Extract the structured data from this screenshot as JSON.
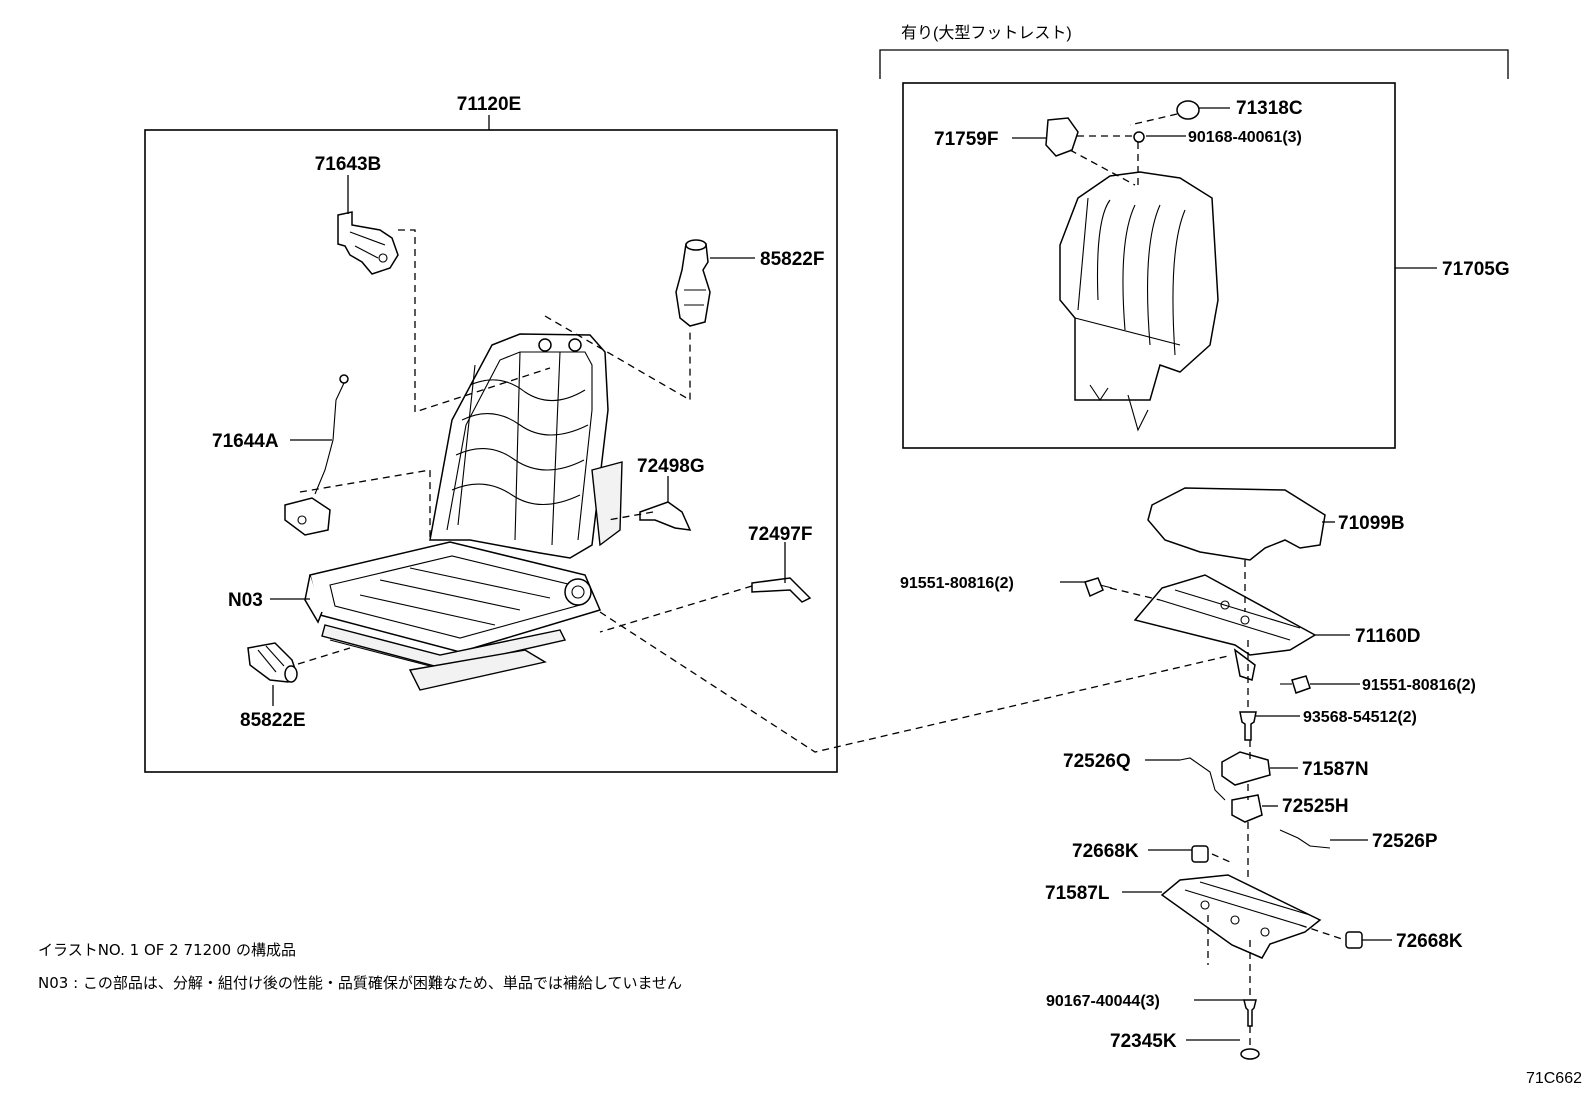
{
  "header": {
    "variant_label": "有り(大型フットレスト)"
  },
  "parts": {
    "p71120E": "71120E",
    "p71643B": "71643B",
    "p85822F": "85822F",
    "p71644A": "71644A",
    "p72498G": "72498G",
    "p72497F": "72497F",
    "pN03": "N03",
    "p85822E": "85822E",
    "p71318C": "71318C",
    "p71759F": "71759F",
    "p90168": "90168-40061(3)",
    "p71705G": "71705G",
    "p71099B": "71099B",
    "p91551a": "91551-80816(2)",
    "p71160D": "71160D",
    "p91551b": "91551-80816(2)",
    "p93568": "93568-54512(2)",
    "p72526Q": "72526Q",
    "p71587N": "71587N",
    "p72525H": "72525H",
    "p72526P": "72526P",
    "p72668Ka": "72668K",
    "p71587L": "71587L",
    "p72668Kb": "72668K",
    "p90167": "90167-40044(3)",
    "p72345K": "72345K"
  },
  "notes": {
    "line1": "イラストNO. 1  OF  2  71200 の構成品",
    "line2": "N03 : この部品は、分解・組付け後の性能・品質確保が困難なため、単品では補給していません"
  },
  "catalog_code": "71C662"
}
